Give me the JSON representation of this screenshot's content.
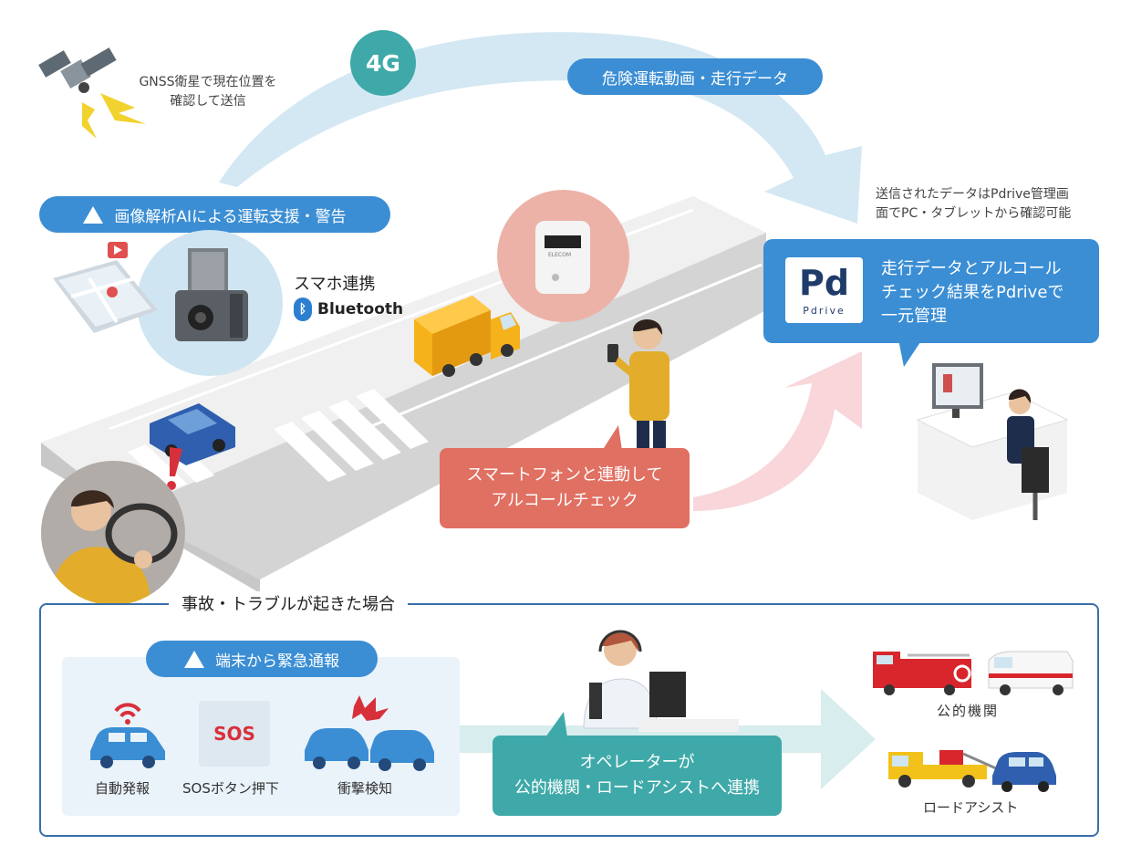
{
  "top": {
    "gnss_line1": "GNSS衛星で現在位置を",
    "gnss_line2": "確認して送信",
    "fourg": "4G",
    "danger_video": "危険運転動画・走行データ",
    "ai_assist": "画像解析AIによる運転支援・警告",
    "sumaho": "スマホ連携",
    "bluetooth": "Bluetooth",
    "sent_line1": "送信されたデータはPdrive管理画",
    "sent_line2": "面でPC・タブレットから確認可能",
    "pd_logo": "Pd",
    "pd_sub": "Pdrive",
    "pd_line1": "走行データとアルコール",
    "pd_line2": "チェック結果をPdriveで",
    "pd_line3": "一元管理",
    "alcohol_line1": "スマートフォンと連動して",
    "alcohol_line2": "アルコールチェック",
    "checker_brand": "ELECOM"
  },
  "bottom": {
    "section_title": "事故・トラブルが起きた場合",
    "emergency": "端末から緊急通報",
    "auto_report": "自動発報",
    "sos_badge": "SOS",
    "sos_button": "SOSボタン押下",
    "impact": "衝撃検知",
    "operator_line1": "オペレーターが",
    "operator_line2": "公的機関・ロードアシストへ連携",
    "public": "公的機関",
    "road_assist": "ロードアシスト"
  },
  "colors": {
    "blue": "#3b8ed4",
    "teal": "#3fa9a9",
    "salmon": "#e07062",
    "pink_arrow": "#f6d4d8",
    "light_blue_arrow": "#cfe5f1",
    "teal_arrow": "#d6ecec"
  },
  "icons": [
    "satellite-icon",
    "warning-icon",
    "camera-icon",
    "bluetooth-icon",
    "truck-icon",
    "car-icon",
    "alcohol-checker-icon",
    "person-icon",
    "monitor-icon",
    "wifi-icon",
    "fire-truck-icon",
    "ambulance-icon",
    "tow-truck-icon",
    "operator-icon"
  ]
}
